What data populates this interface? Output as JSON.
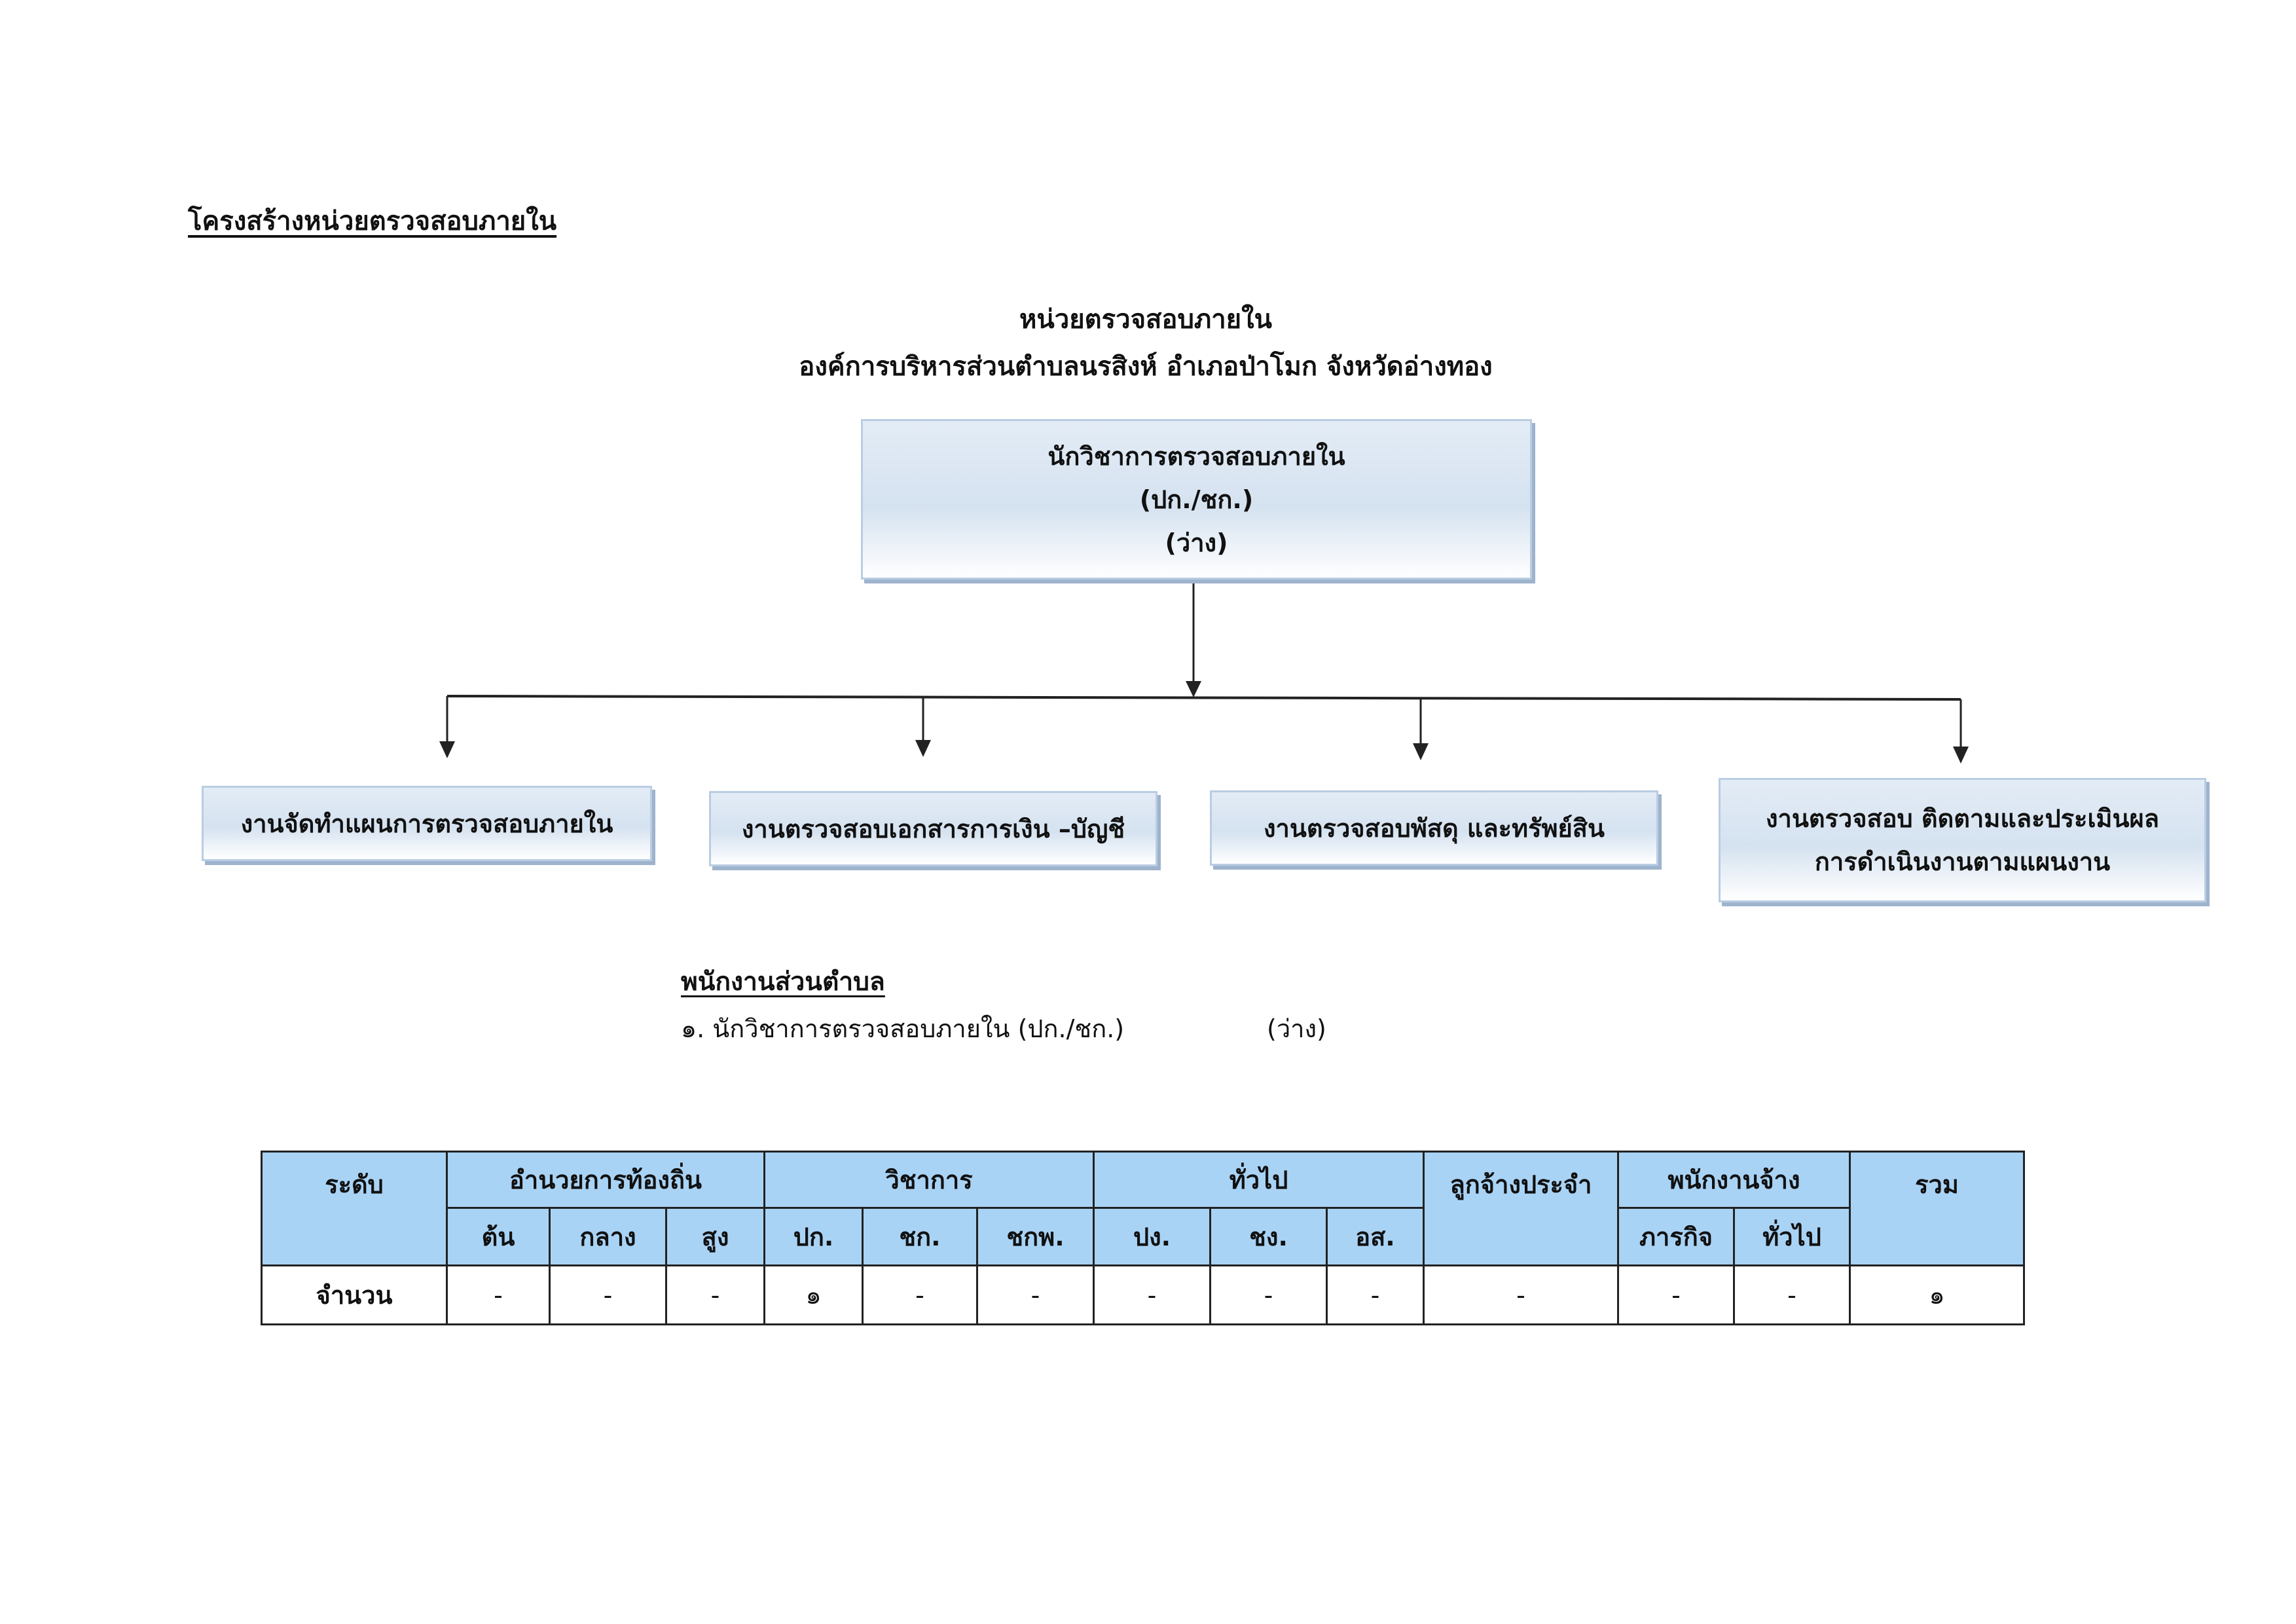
{
  "page": {
    "section_heading": "โครงสร้างหน่วยตรวจสอบภายใน",
    "title_line1": "หน่วยตรวจสอบภายใน",
    "title_line2": "องค์การบริหารส่วนตำบลนรสิงห์ อำเภอป่าโมก จังหวัดอ่างทอง"
  },
  "org_chart": {
    "root": {
      "line1": "นักวิชาการตรวจสอบภายใน",
      "line2": "(ปก./ชก.)",
      "line3": "(ว่าง)"
    },
    "children": [
      {
        "line1": "งานจัดทำแผนการตรวจสอบภายใน"
      },
      {
        "line1": "งานตรวจสอบเอกสารการเงิน –บัญชี"
      },
      {
        "line1": "งานตรวจสอบพัสดุ และทรัพย์สิน"
      },
      {
        "line1": "งานตรวจสอบ ติดตามและประเมินผล",
        "line2": "การดำเนินงานตามแผนงาน"
      }
    ]
  },
  "staff": {
    "heading": "พนักงานส่วนตำบล",
    "item1_label": "๑. นักวิชาการตรวจสอบภายใน (ปก./ชก.)",
    "item1_status": "(ว่าง)"
  },
  "table": {
    "header_level": "ระดับ",
    "group_local": "อำนวยการท้องถิ่น",
    "group_academic": "วิชาการ",
    "group_general": "ทั่วไป",
    "group_permanent": "ลูกจ้างประจำ",
    "group_contract": "พนักงานจ้าง",
    "group_total": "รวม",
    "sub_local": [
      "ต้น",
      "กลาง",
      "สูง"
    ],
    "sub_academic": [
      "ปก.",
      "ชก.",
      "ชกพ."
    ],
    "sub_general": [
      "ปง.",
      "ชง.",
      "อส."
    ],
    "sub_contract": [
      "ภารกิจ",
      "ทั่วไป"
    ],
    "row_label": "จำนวน",
    "row_values": [
      "-",
      "-",
      "-",
      "๑",
      "-",
      "-",
      "-",
      "-",
      "-",
      "-",
      "-",
      "-",
      "๑"
    ]
  }
}
